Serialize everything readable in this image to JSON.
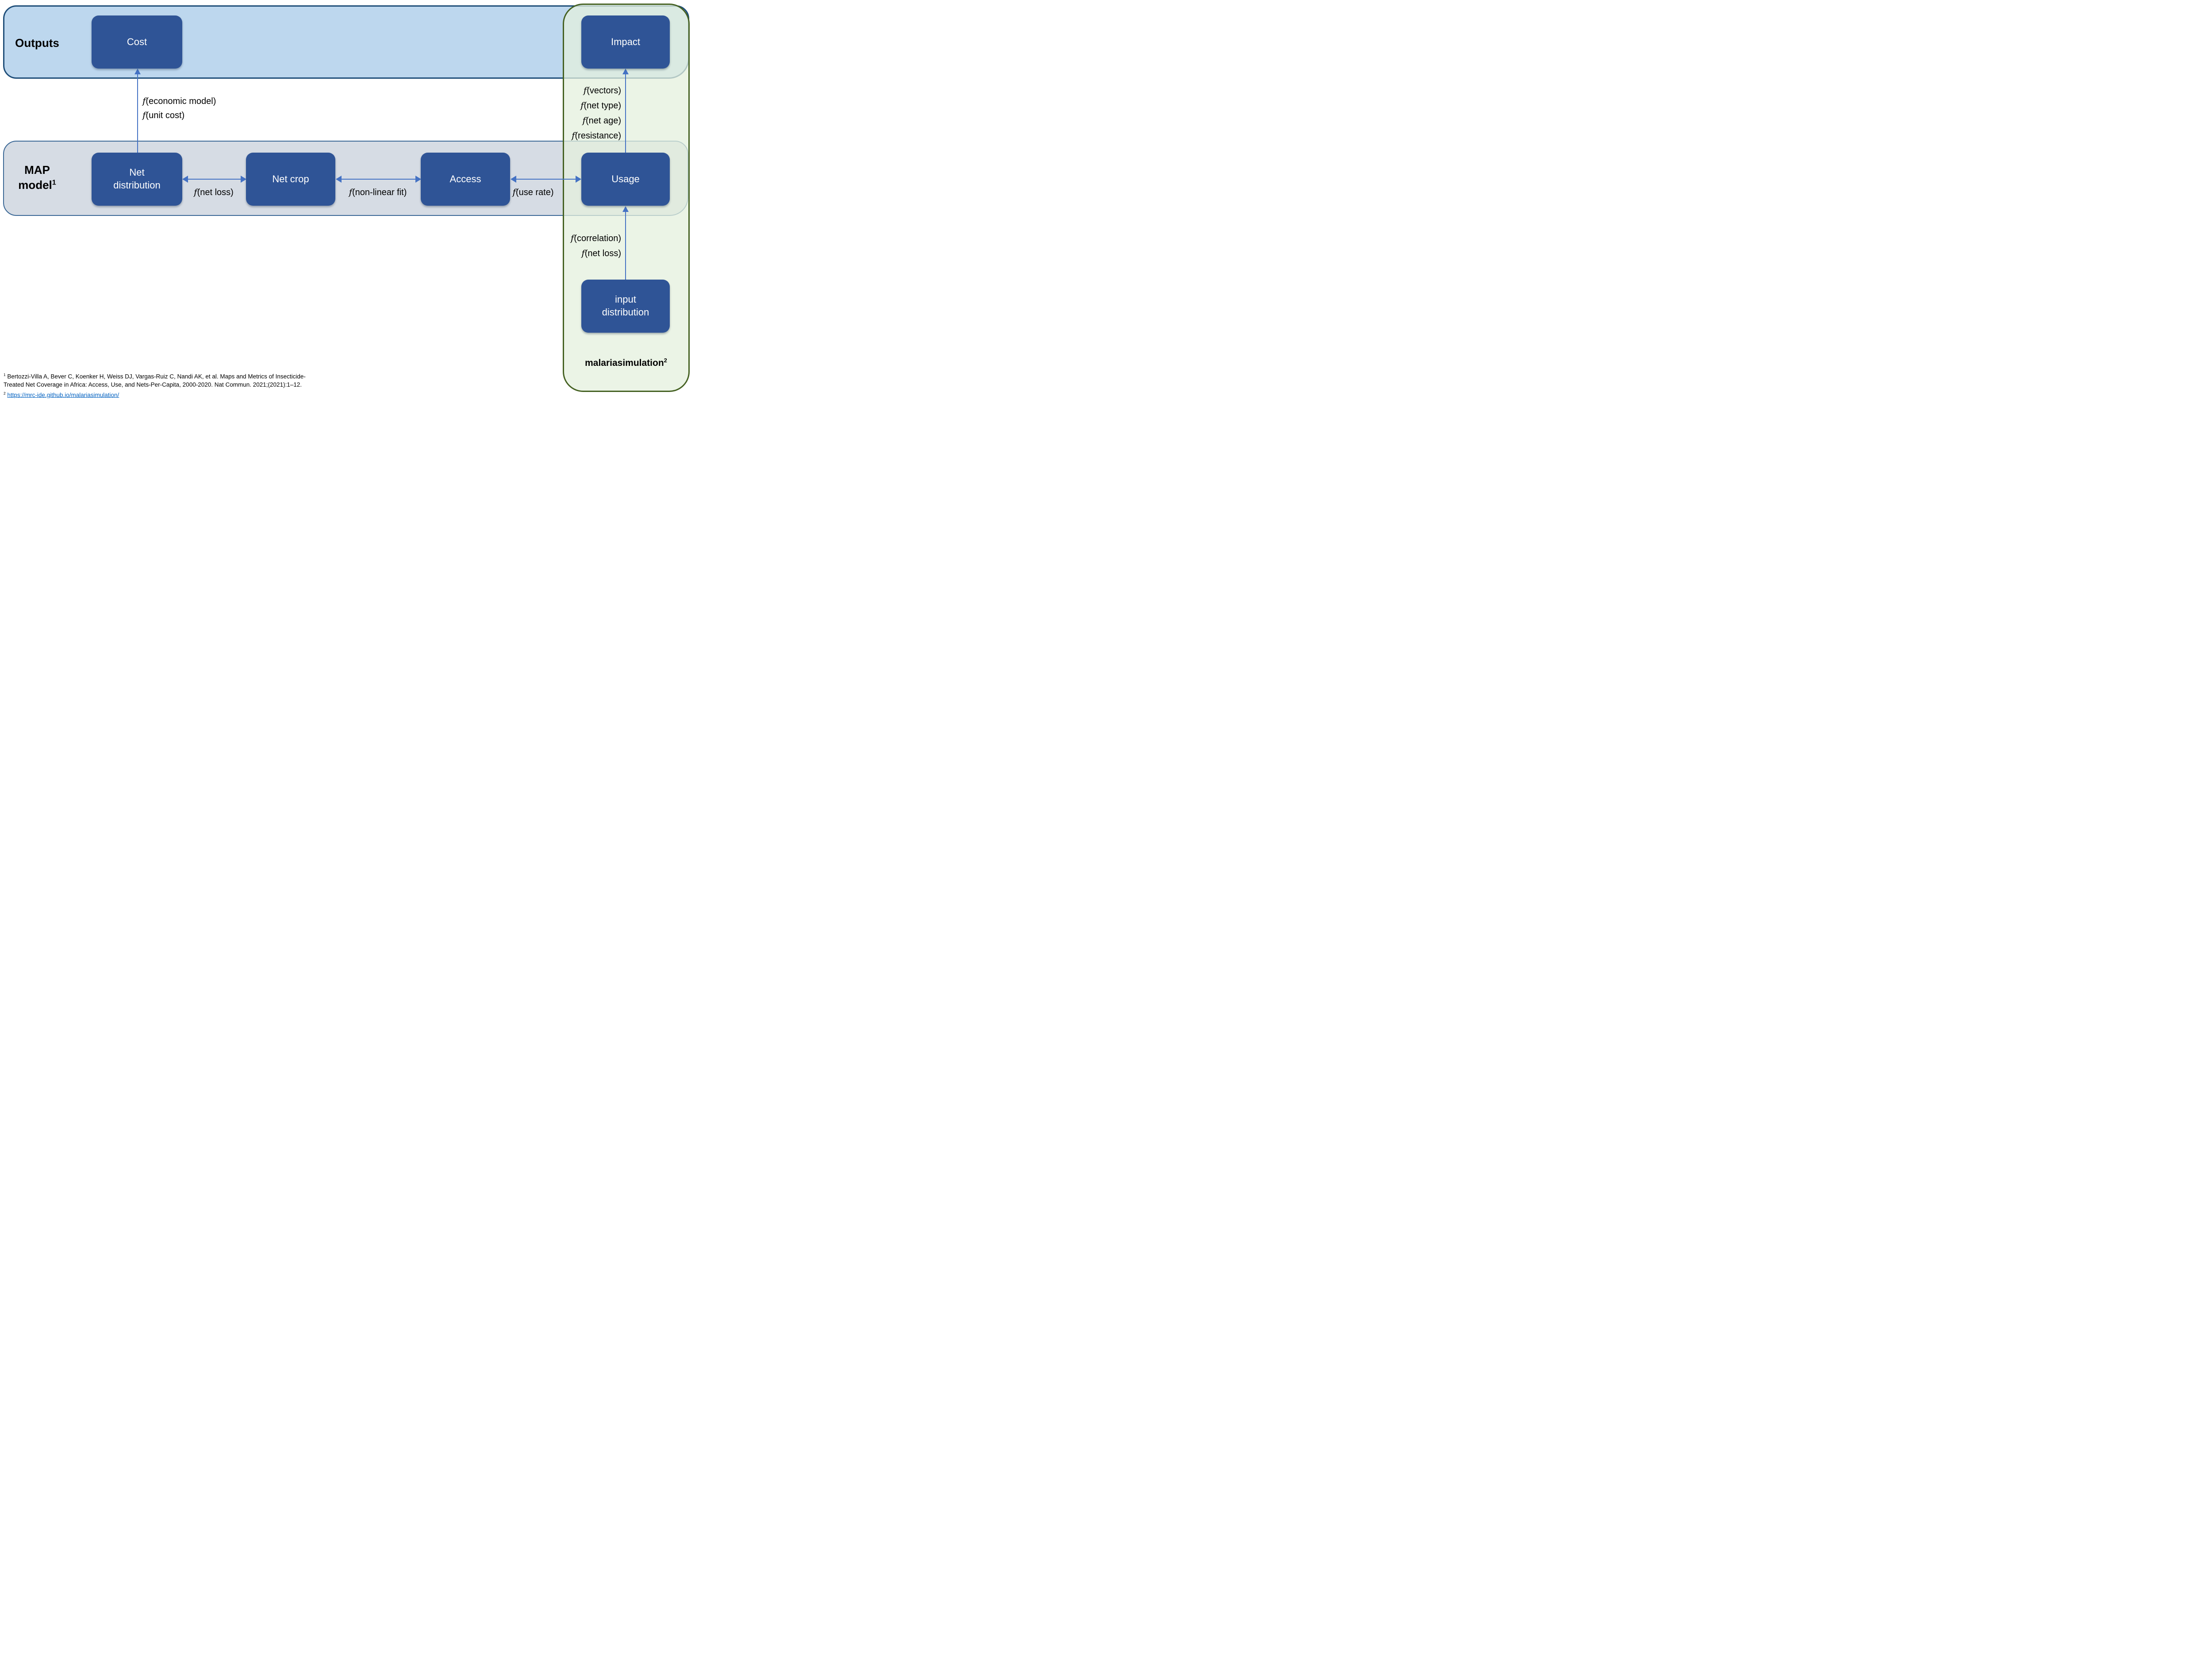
{
  "bands": {
    "outputs": {
      "label": "Outputs"
    },
    "map_model": {
      "line1": "MAP",
      "line2": "model",
      "sup": "1"
    },
    "malariasimulation": {
      "label": "malariasimulation",
      "sup": "2"
    }
  },
  "boxes": {
    "cost": "Cost",
    "impact": "Impact",
    "net_distribution": "Net\ndistribution",
    "net_crop": "Net crop",
    "access": "Access",
    "usage": "Usage",
    "input_distribution": "input\ndistribution"
  },
  "function_labels": {
    "economic_model": {
      "f": "f",
      "args": "(economic model)"
    },
    "unit_cost": {
      "f": "f",
      "args": "(unit cost)"
    },
    "net_loss_map": {
      "f": "f",
      "args": "(net loss)"
    },
    "non_linear_fit": {
      "f": "f",
      "args": "(non-linear fit)"
    },
    "use_rate": {
      "f": "f",
      "args": "(use rate)"
    },
    "vectors": {
      "f": "f",
      "args": "(vectors)"
    },
    "net_type": {
      "f": "f",
      "args": "(net type)"
    },
    "net_age": {
      "f": "f",
      "args": "(net age)"
    },
    "resistance": {
      "f": "f",
      "args": "(resistance)"
    },
    "correlation": {
      "f": "f",
      "args": "(correlation)"
    },
    "net_loss_sim": {
      "f": "f",
      "args": "(net loss)"
    }
  },
  "footnotes": {
    "ref1_sup": "1",
    "ref1_line1": "Bertozzi-Villa A, Bever C, Koenker H, Weiss DJ, Vargas-Ruiz C, Nandi AK, et al. Maps and Metrics of Insecticide-",
    "ref1_line2": "Treated Net Coverage in Africa: Access, Use, and Nets-Per-Capita, 2000-2020. Nat Commun. 2021;(2021):1–12.",
    "ref2_sup": "2",
    "ref2_link": "https://mrc-ide.github.io/malariasimulation/"
  },
  "colors": {
    "box_fill": "#2F5496",
    "box_text": "#FFFFFF",
    "arrow": "#4472C4",
    "outputs_band_fill": "#BDD7EE",
    "outputs_band_border": "#1F4E79",
    "map_band_fill": "#D6DCE4",
    "map_band_border": "#3A6795",
    "sim_band_fill": "rgba(228,240,221,0.75)",
    "sim_band_border": "#456122",
    "link": "#0563C1"
  }
}
